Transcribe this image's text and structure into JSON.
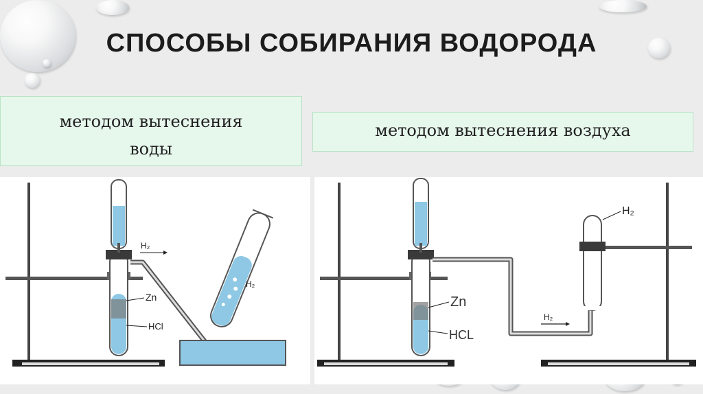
{
  "title": "СПОСОБЫ СОБИРАНИЯ ВОДОРОДА",
  "methods": {
    "water": {
      "line1": "методом вытеснения",
      "line2": "воды"
    },
    "air": {
      "label": "методом вытеснения воздуха"
    }
  },
  "diagram_left": {
    "gas_label": "H₂",
    "zinc_label": "Zn",
    "acid_label": "HCl",
    "tube_gas_label": "H₂"
  },
  "diagram_right": {
    "collector_label": "H₂",
    "zinc_label": "Zn",
    "acid_label": "HCL",
    "flow_label": "H₂"
  },
  "colors": {
    "liquid": "#8ec8e4",
    "metal": "#555555",
    "box_bg": "#e6f7ec"
  }
}
